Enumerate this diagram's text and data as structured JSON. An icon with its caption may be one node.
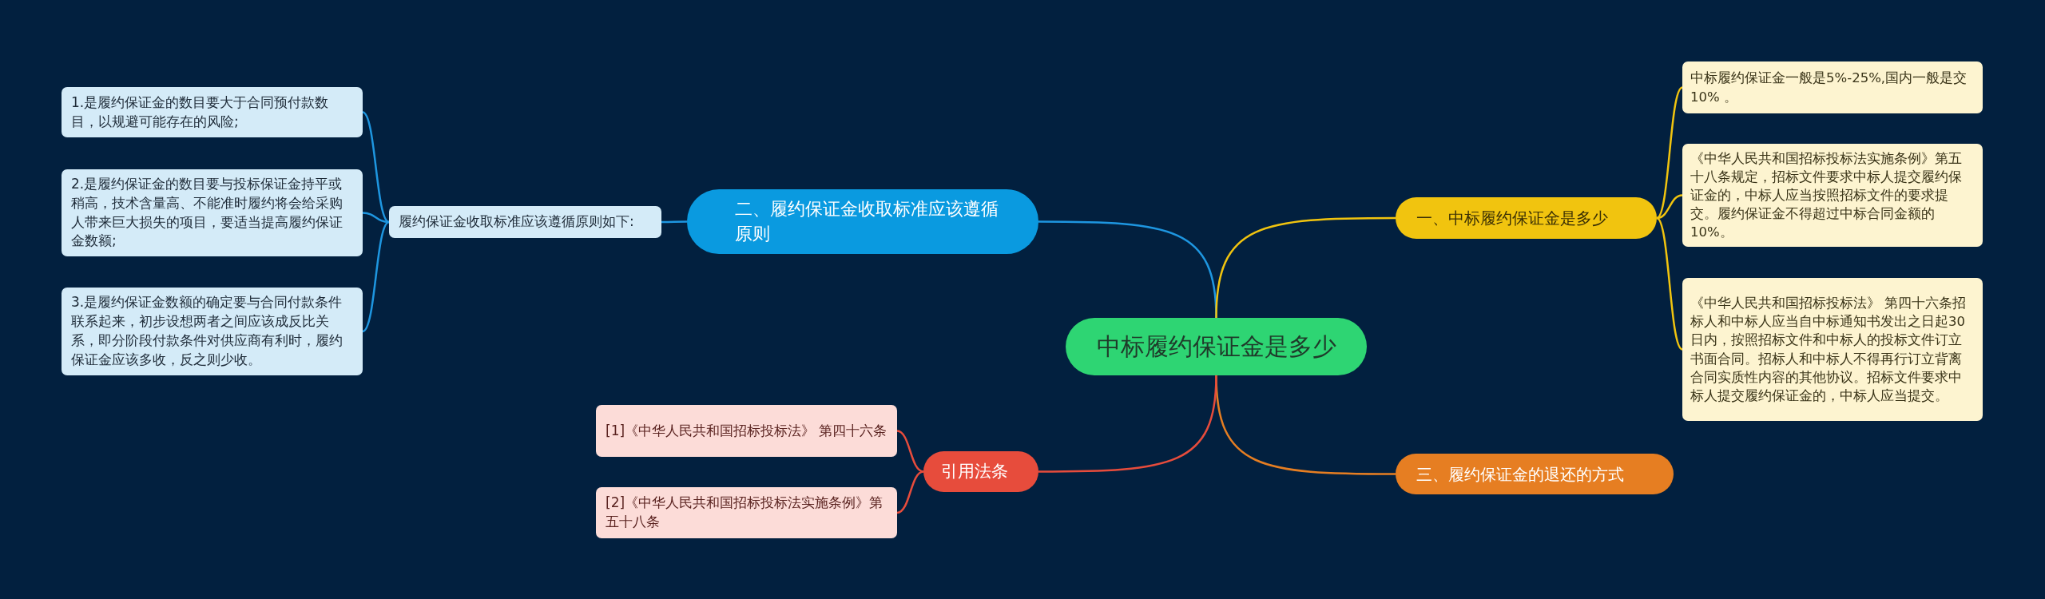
{
  "diagram": {
    "nodes": [
      {
        "text": [
          "中标履约保证金是多少"
        ]
      },
      {
        "text": [
          "二、履约保证金收取标准应该遵循原则"
        ]
      },
      {
        "text": [
          "履约保证金收取标准应该遵循原则如下:"
        ]
      },
      {
        "text": [
          "1.是履约保证金的数目要大于合同预付款数目，以规避可能存在的风险;"
        ]
      },
      {
        "text": [
          "2.是履约保证金的数目要与投标保证金持平或稍高，技术含量高、不能准时履约将会给采购人带来巨大损失的项目，要适当提高履约保证金数额;"
        ]
      },
      {
        "text": [
          "3.是履约保证金数额的确定要与合同付款条件联系起来，初步设想两者之间应该成反比关系，即分阶段付款条件对供应商有利时，履约保证金应该多收，反之则少收。"
        ]
      },
      {
        "text": [
          "一、中标履约保证金是多少"
        ]
      },
      {
        "text": [
          "中标履约保证金一般是5%-25%,国内一般是交10% 。"
        ]
      },
      {
        "text": [
          "《中华人民共和国招标投标法实施条例》第五十八条规定，招标文件要求中标人提交履约保证金的，中标人应当按照招标文件的要求提交。履约保证金不得超过中标合同金额的10%。"
        ]
      },
      {
        "text": [
          "《中华人民共和国招标投标法》 第四十六条招标人和中标人应当自中标通知书发出之日起30日内，按照招标文件和中标人的投标文件订立书面合同。招标人和中标人不得再行订立背离合同实质性内容的其他协议。招标文件要求中标人提交履约保证金的，中标人应当提交。"
        ]
      },
      {
        "text": [
          "三、履约保证金的退还的方式"
        ]
      },
      {
        "text": [
          "引用法条"
        ]
      },
      {
        "text": [
          "[1]《中华人民共和国招标投标法》 第四十六条"
        ]
      },
      {
        "text": [
          "[2]《中华人民共和国招标投标法实施条例》第五十八条"
        ]
      }
    ],
    "edges": [
      {
        "from": 0,
        "to": 1,
        "arrow": "none",
        "color": "#1e96e0"
      },
      {
        "from": 1,
        "to": 2,
        "arrow": "none",
        "color": "#1e96e0"
      },
      {
        "from": 2,
        "to": 3,
        "arrow": "none",
        "color": "#1e96e0"
      },
      {
        "from": 2,
        "to": 4,
        "arrow": "none",
        "color": "#1e96e0"
      },
      {
        "from": 2,
        "to": 5,
        "arrow": "none",
        "color": "#1e96e0"
      },
      {
        "from": 0,
        "to": 6,
        "arrow": "none",
        "color": "#f1c40f"
      },
      {
        "from": 6,
        "to": 7,
        "arrow": "none",
        "color": "#f1c40f"
      },
      {
        "from": 6,
        "to": 8,
        "arrow": "none",
        "color": "#f1c40f"
      },
      {
        "from": 6,
        "to": 9,
        "arrow": "none",
        "color": "#f1c40f"
      },
      {
        "from": 0,
        "to": 10,
        "arrow": "none",
        "color": "#e67e22"
      },
      {
        "from": 0,
        "to": 11,
        "arrow": "none",
        "color": "#e74c3c"
      },
      {
        "from": 11,
        "to": 12,
        "arrow": "none",
        "color": "#e74c3c"
      },
      {
        "from": 11,
        "to": 13,
        "arrow": "none",
        "color": "#e74c3c"
      }
    ]
  }
}
